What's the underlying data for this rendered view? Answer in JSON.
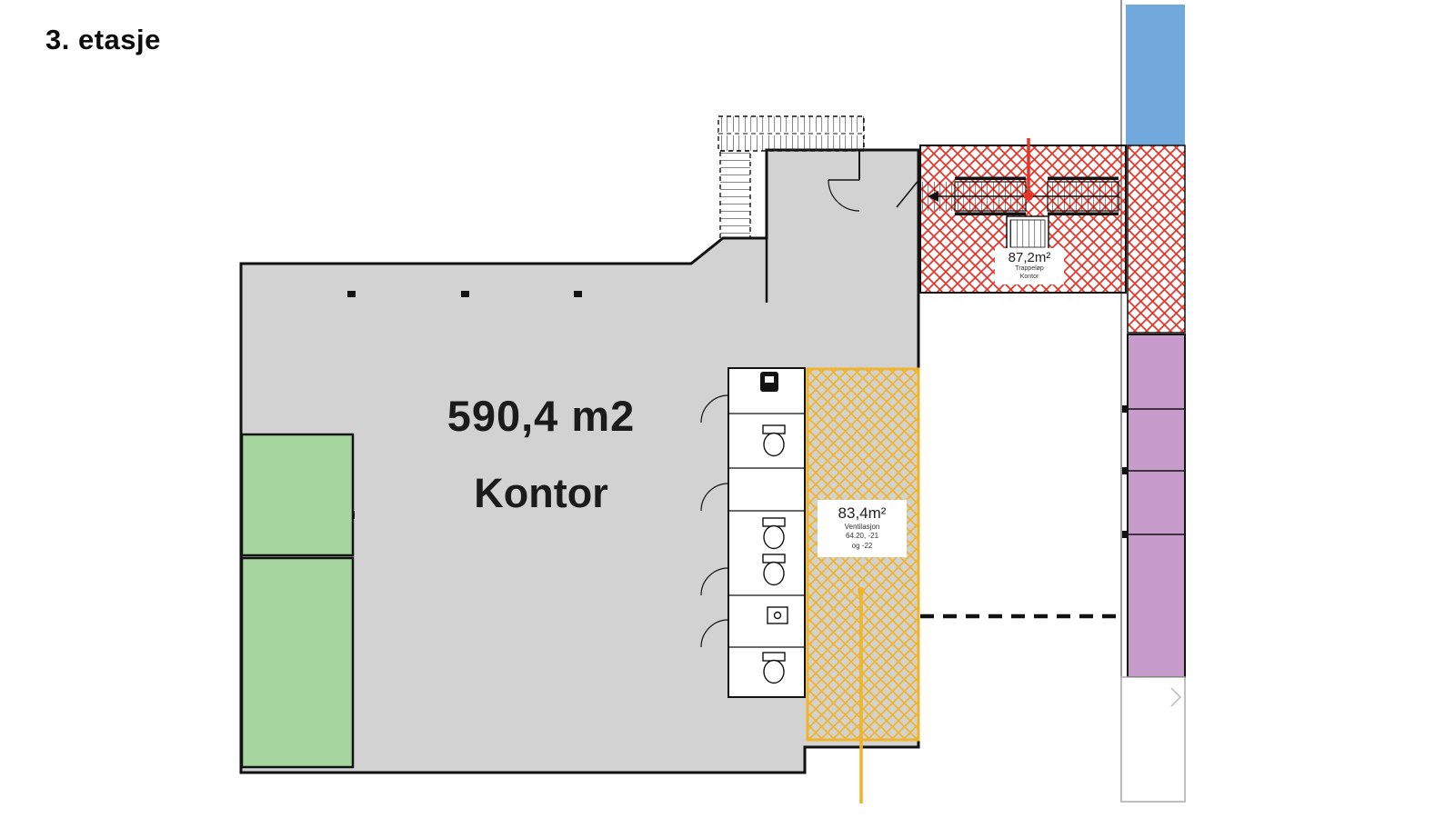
{
  "title": "3. etasje",
  "regions": {
    "office": {
      "area": "590,4 m2",
      "label": "Kontor"
    },
    "ventilation": {
      "area": "83,4m²",
      "label": "Ventilasjon",
      "line2": "64.20, -21",
      "line3": "og -22"
    },
    "stairwell": {
      "area": "87,2m²",
      "label": "Trappeløp",
      "line2": "Kontor"
    }
  },
  "colors": {
    "office_gray": "#d2d2d2",
    "wall": "#121212",
    "green": "#a5d49f",
    "yellow": "#f0b42a",
    "red": "#e73328",
    "blue": "#72a9dd",
    "purple": "#c79ccb"
  }
}
